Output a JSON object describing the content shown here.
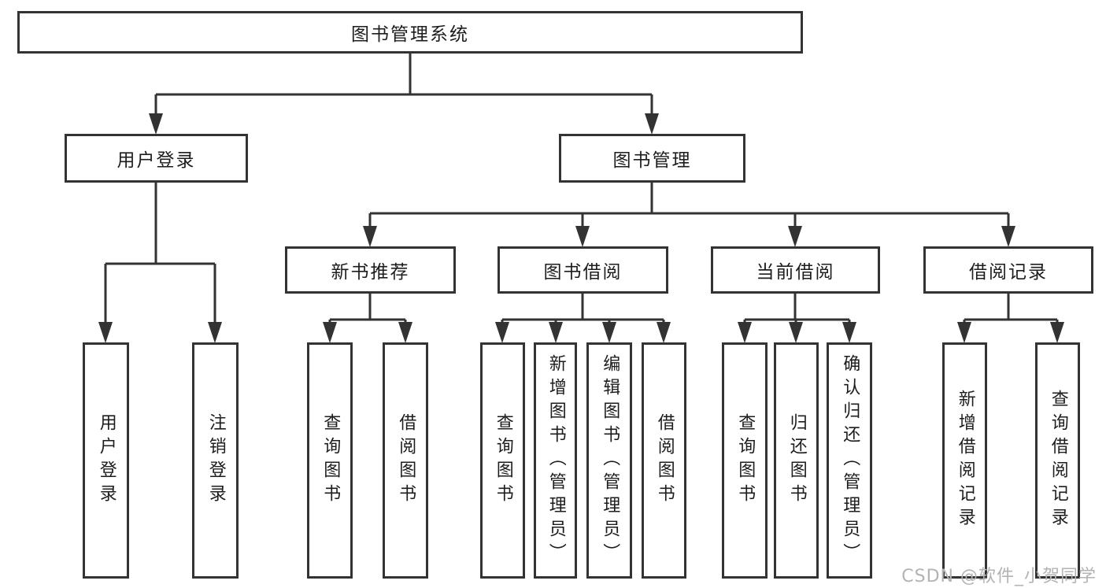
{
  "tree": {
    "label": "图书管理系统",
    "children": [
      {
        "label": "用户登录",
        "children": [
          {
            "label": "用户登录"
          },
          {
            "label": "注销登录"
          }
        ]
      },
      {
        "label": "图书管理",
        "children": [
          {
            "label": "新书推荐",
            "children": [
              {
                "label": "查询图书"
              },
              {
                "label": "借阅图书"
              }
            ]
          },
          {
            "label": "图书借阅",
            "children": [
              {
                "label": "查询图书"
              },
              {
                "label": "新增图书（管理员）"
              },
              {
                "label": "编辑图书（管理员）"
              },
              {
                "label": "借阅图书"
              }
            ]
          },
          {
            "label": "当前借阅",
            "children": [
              {
                "label": "查询图书"
              },
              {
                "label": "归还图书"
              },
              {
                "label": "确认归还（管理员）"
              }
            ]
          },
          {
            "label": "借阅记录",
            "children": [
              {
                "label": "新增借阅记录"
              },
              {
                "label": "查询借阅记录"
              }
            ]
          }
        ]
      }
    ]
  },
  "watermark": {
    "text": "CSDN @软件_小贺同学"
  },
  "colors": {
    "line": "#333333",
    "box_border": "#333333",
    "text": "#1d1d1f",
    "watermark": "#b3b3b3",
    "background": "#ffffff"
  }
}
